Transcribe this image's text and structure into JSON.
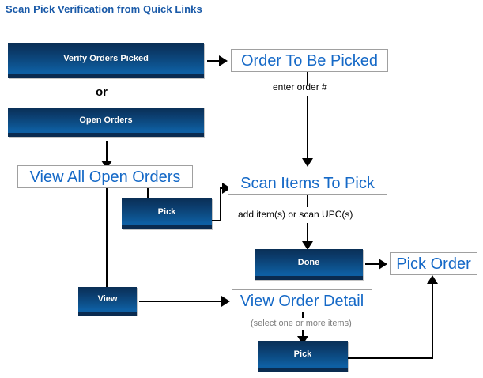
{
  "title": "Scan Pick Verification from Quick Links",
  "colors": {
    "title": "#1a5aa8",
    "link_text": "#1569c7",
    "button_text": "#ffffff",
    "button_gradient_top": "#0a2f56",
    "button_gradient_bottom": "#0e5fa3",
    "connector": "#000000",
    "caption_gray": "#7d7d7d"
  },
  "buttons": {
    "verify_orders_picked": "Verify Orders Picked",
    "open_orders": "Open Orders",
    "pick_upper": "Pick",
    "done": "Done",
    "view": "View",
    "pick_lower": "Pick"
  },
  "linkboxes": {
    "order_to_be_picked": "Order To Be Picked",
    "view_all_open_orders": "View All Open Orders",
    "scan_items_to_pick": "Scan Items To Pick",
    "pick_order": "Pick Order",
    "view_order_detail": "View Order Detail"
  },
  "captions": {
    "or": "or",
    "enter_order_number": "enter order #",
    "add_items_or_scan_upcs": "add item(s) or scan UPC(s)",
    "select_one_or_more_items": "(select one or more items)"
  }
}
